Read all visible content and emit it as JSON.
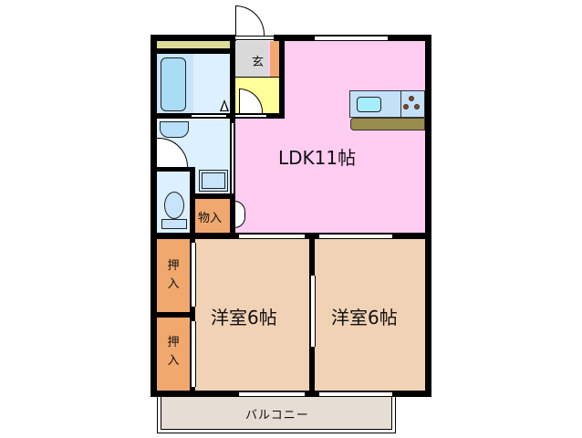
{
  "floorplan": {
    "rooms": {
      "ldk": {
        "label": "LDK11帖",
        "color": "#ffccf2"
      },
      "bedroom_1": {
        "label": "洋室6帖",
        "color": "#f2d2b5"
      },
      "bedroom_2": {
        "label": "洋室6帖",
        "color": "#f2d2b5"
      },
      "closet_1": {
        "label_line1": "押",
        "label_line2": "入",
        "color": "#f0a86e"
      },
      "closet_2": {
        "label_line1": "押",
        "label_line2": "入",
        "color": "#f0a86e"
      },
      "storage": {
        "label": "物入",
        "color": "#f0a86e"
      },
      "entrance": {
        "label": "玄",
        "color": "#d9d9d9"
      },
      "entrance_hall": {
        "color": "#ffff99"
      },
      "bathroom": {
        "color": "#ddf0ff"
      },
      "washroom": {
        "color": "#ddf0ff"
      },
      "toilet": {
        "color": "#ddf0ff"
      },
      "balcony": {
        "label": "バルコニー",
        "color": "#e6ddd5"
      }
    },
    "fixtures": {
      "kitchen_counter": {
        "color": "#c4e0f7"
      },
      "kitchen_top": {
        "color": "#998c4d"
      },
      "bathtub": {
        "color": "#a9dcf5"
      },
      "shelf": {
        "color": "#dcdc99"
      },
      "shoe_rack": {
        "color": "#f0a86e"
      }
    }
  }
}
